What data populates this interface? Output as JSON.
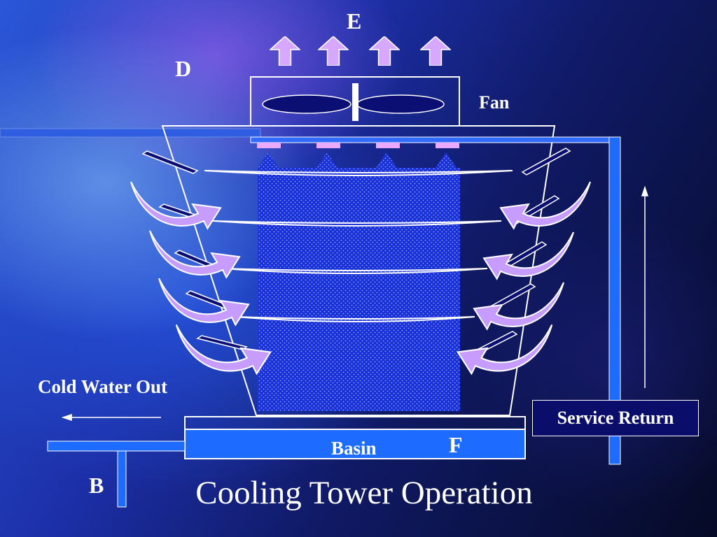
{
  "labels": {
    "e": "E",
    "d": "D",
    "fan": "Fan",
    "cold_water_out": "Cold Water Out",
    "basin": "Basin",
    "f": "F",
    "b": "B",
    "service_return": "Service Return",
    "title": "Cooling Tower Operation"
  },
  "colors": {
    "arrow_fill": "#d6a8ff",
    "pipe": "#1e6cff",
    "fill_media": "#1b2fd6",
    "fan_blade": "#0b0f73",
    "nozzle": "#e9a9ff"
  },
  "icons": [
    "air-intake-arrow-icon",
    "exhaust-arrow-icon",
    "fan-icon",
    "flow-arrow-icon"
  ]
}
